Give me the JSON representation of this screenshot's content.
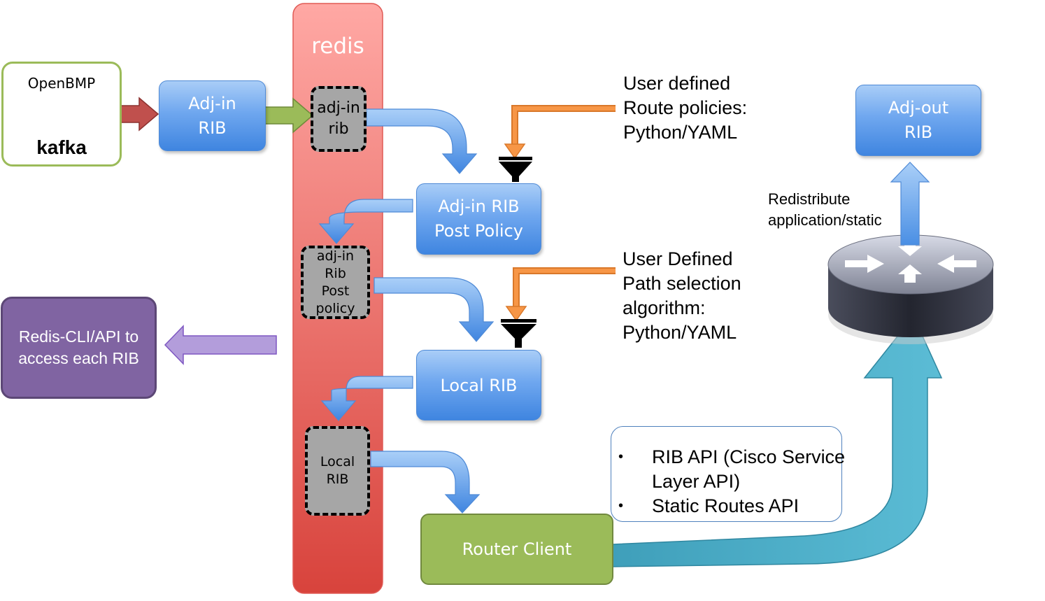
{
  "redis": {
    "label": "redis",
    "color": "#f47a74"
  },
  "openbmp": {
    "title": "OpenBMP",
    "kafka_label": "kafka",
    "border_color": "#9bbb59"
  },
  "boxes": {
    "adj_in_rib": "Adj-in\nRIB",
    "adj_in_rib_post_policy": "Adj-in RIB\nPost Policy",
    "local_rib": "Local RIB",
    "adj_out_rib": "Adj-out\nRIB",
    "router_client": "Router Client",
    "redis_cli": "Redis-CLI/API to\naccess each RIB"
  },
  "redis_stores": {
    "adj_in_rib": "adj-in\nrib",
    "adj_in_rib_post_policy": "adj-in\nRib\nPost policy",
    "local_rib": "Local\nRIB"
  },
  "annotations": {
    "route_policies": "User defined\nRoute policies:\nPython/YAML",
    "path_selection": "User Defined\nPath selection\nalgorithm:\nPython/YAML",
    "redistribute": "Redistribute\napplication/static"
  },
  "api_list": [
    "RIB API (Cisco Service Layer API)",
    "Static Routes API"
  ],
  "colors": {
    "blue_box": "#6fa7ef",
    "router_client": "#9bbb59",
    "redis_cli": "#8064a2",
    "policy_arrow": "#f79646",
    "teal_arrow": "#4bacc6",
    "kafka_arrow": "#c0504d",
    "green_arrow": "#9bbb59"
  }
}
